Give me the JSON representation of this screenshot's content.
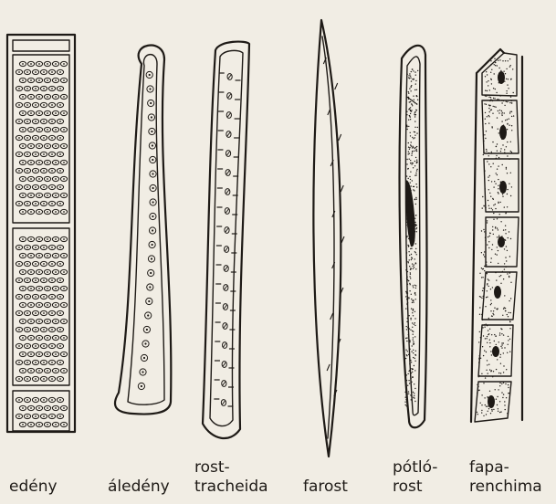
{
  "figure": {
    "labels": {
      "vessel": "edény",
      "tracheid": "áledény",
      "fiber_tracheid_1": "rost-",
      "fiber_tracheid_2": "tracheida",
      "libriform": "farost",
      "substitute_1": "pótló-",
      "substitute_2": "rost",
      "parenchyma_1": "fapa-",
      "parenchyma_2": "renchima"
    },
    "colors": {
      "ink": "#1e1a16",
      "paper": "#f1ede4"
    }
  }
}
